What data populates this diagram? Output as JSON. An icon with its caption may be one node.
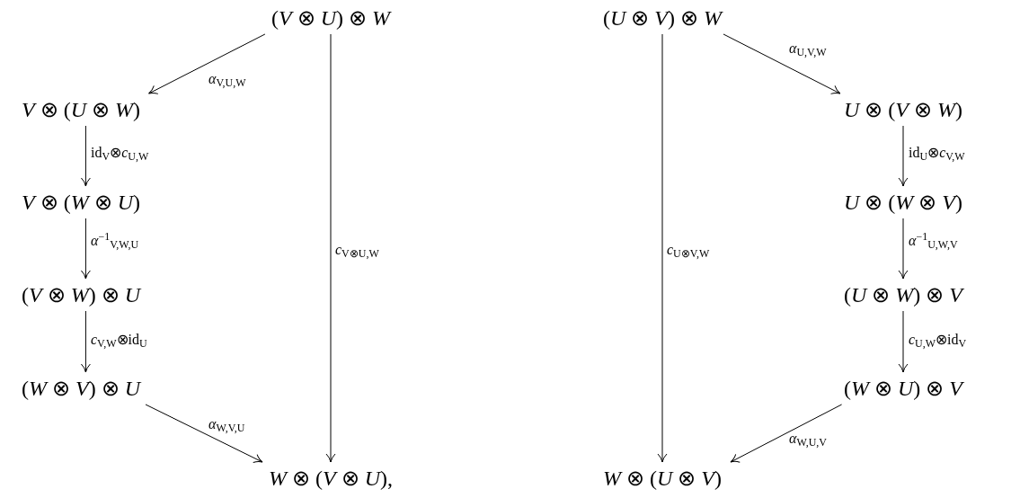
{
  "diagram": {
    "nodes": [
      {
        "text": [
          "(*V* ⊗ *U*) ⊗ *W*"
        ]
      },
      {
        "text": [
          "*V* ⊗ (*U* ⊗ *W*)"
        ]
      },
      {
        "text": [
          "*V* ⊗ (*W* ⊗ *U*)"
        ]
      },
      {
        "text": [
          "(*V* ⊗ *W*) ⊗ *U*"
        ]
      },
      {
        "text": [
          "(*W* ⊗ *V*) ⊗ *U*"
        ]
      },
      {
        "text": [
          "*W* ⊗ (*V* ⊗ *U*),"
        ]
      },
      {
        "text": [
          "(*U* ⊗ *V*) ⊗ *W*"
        ]
      },
      {
        "text": [
          "*U* ⊗ (*V* ⊗ *W*)"
        ]
      },
      {
        "text": [
          "*U* ⊗ (*W* ⊗ *V*)"
        ]
      },
      {
        "text": [
          "(*U* ⊗ *W*) ⊗ *V*"
        ]
      },
      {
        "text": [
          "(*W* ⊗ *U*) ⊗ *V*"
        ]
      },
      {
        "text": [
          "*W* ⊗ (*U* ⊗ *V*)"
        ]
      }
    ],
    "edges": [
      {
        "from": 0,
        "to": 1,
        "arrow": "to",
        "label": "*α*$_{V,U,W}$"
      },
      {
        "from": 0,
        "to": 5,
        "arrow": "to",
        "label": "*c*$_{V⊗U,W}$"
      },
      {
        "from": 1,
        "to": 2,
        "arrow": "to",
        "label": "id$_{V}$⊗*c*$_{U,W}$"
      },
      {
        "from": 2,
        "to": 3,
        "arrow": "to",
        "label": "*α*$^{−1}$$_{V,W,U}$"
      },
      {
        "from": 3,
        "to": 4,
        "arrow": "to",
        "label": "*c*$_{V,W}$⊗id$_{U}$"
      },
      {
        "from": 4,
        "to": 5,
        "arrow": "to",
        "label": "*α*$_{W,V,U}$"
      },
      {
        "from": 6,
        "to": 7,
        "arrow": "to",
        "label": "*α*$_{U,V,W}$"
      },
      {
        "from": 6,
        "to": 11,
        "arrow": "to",
        "label": "*c*$_{U⊗V,W}$"
      },
      {
        "from": 7,
        "to": 8,
        "arrow": "to",
        "label": "id$_{U}$⊗*c*$_{V,W}$"
      },
      {
        "from": 8,
        "to": 9,
        "arrow": "to",
        "label": "*α*$^{−1}$$_{U,W,V}$"
      },
      {
        "from": 9,
        "to": 10,
        "arrow": "to",
        "label": "*c*$_{U,W}$⊗id$_{V}$"
      },
      {
        "from": 10,
        "to": 11,
        "arrow": "to",
        "label": "*α*$_{W,U,V}$"
      }
    ]
  }
}
